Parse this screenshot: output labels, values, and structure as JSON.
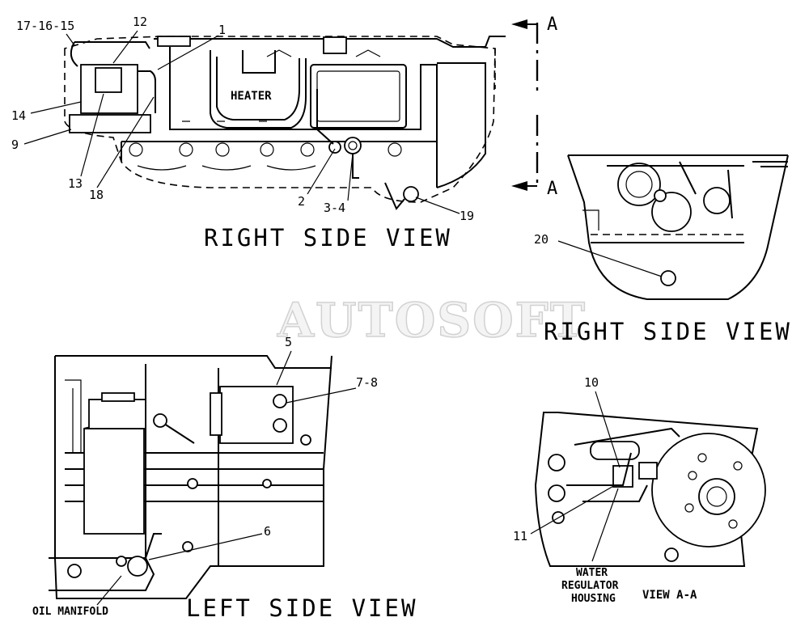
{
  "watermark": "AUTOSOFT",
  "views": {
    "right_top": "RIGHT SIDE VIEW",
    "right_detail": "RIGHT SIDE VIEW",
    "left": "LEFT SIDE VIEW",
    "view_aa": "VIEW A-A"
  },
  "section_marker": {
    "top": "A",
    "bottom": "A"
  },
  "labels": {
    "heater": "HEATER",
    "oil_manifold": "OIL MANIFOLD",
    "water_line1": "WATER",
    "water_line2": "REGULATOR",
    "water_line3": "HOUSING"
  },
  "callouts": {
    "c17_16_15": "17-16-15",
    "c12": "12",
    "c1": "1",
    "c14": "14",
    "c9": "9",
    "c13": "13",
    "c18": "18",
    "c2": "2",
    "c3_4": "3-4",
    "c19": "19",
    "c20": "20",
    "c5": "5",
    "c7_8": "7-8",
    "c6": "6",
    "c10": "10",
    "c11": "11"
  }
}
